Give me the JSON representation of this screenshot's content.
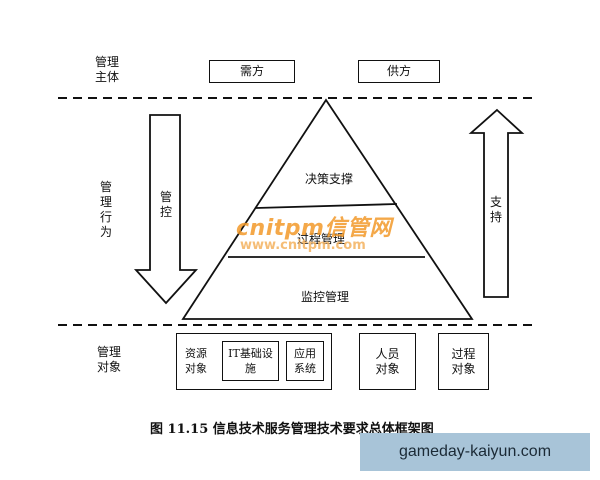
{
  "management_subject": {
    "label": "管理主体",
    "demand_side": "需方",
    "supply_side": "供方"
  },
  "management_behavior": {
    "label": "管理行为",
    "control_arrow_label": "管控",
    "support_arrow_label": "支持",
    "pyramid_layers": [
      "决策支撑",
      "过程管理",
      "监控管理"
    ]
  },
  "management_object": {
    "label": "管理对象",
    "resource_object": "资源对象",
    "it_infrastructure": "IT基础设施",
    "application_system": "应用系统",
    "personnel_object": "人员对象",
    "process_object": "过程对象"
  },
  "watermark": {
    "brand": "cnitpm信管网",
    "url": "www.cnitpm.com"
  },
  "caption": "图 11.15   信息技术服务管理技术要求总体框架图",
  "site_banner": "gameday-kaiyun.com"
}
